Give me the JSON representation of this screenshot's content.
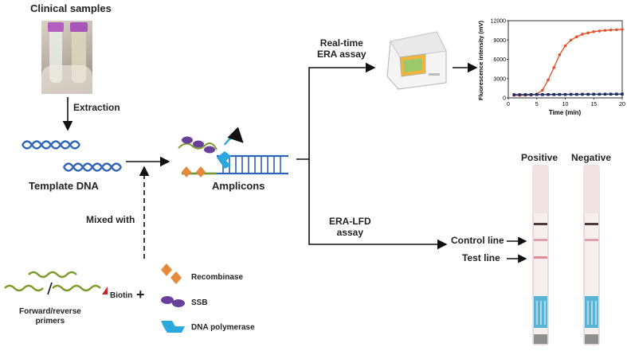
{
  "sections": {
    "clinical_samples": "Clinical samples",
    "extraction": "Extraction",
    "template_dna": "Template DNA",
    "amplicons": "Amplicons",
    "mixed_with": "Mixed with",
    "realtime_line1": "Real-time",
    "realtime_line2": "ERA assay",
    "lfd_line1": "ERA-LFD",
    "lfd_line2": "assay",
    "primers_line1": "Forward/reverse",
    "primers_line2": "primers",
    "biotin": "Biotin",
    "plus": "+"
  },
  "legend": {
    "recombinase": "Recombinase",
    "ssb": "SSB",
    "dna_polymerase": "DNA polymerase"
  },
  "strips": {
    "positive": "Positive",
    "negative": "Negative",
    "control_line": "Control line",
    "test_line": "Test line"
  },
  "colors": {
    "dna_blue": "#2f63b8",
    "recombinase_orange": "#e8883a",
    "ssb_purple": "#6a3f9c",
    "polymerase_cyan": "#2aa9df",
    "primer_green": "#7a9a2a",
    "biotin_red": "#c0272d",
    "curve_red": "#e0532b",
    "baseline_navy": "#1f2f5f"
  },
  "chart_data": {
    "type": "line",
    "xlabel": "Time (min)",
    "ylabel": "Fluorescence intensity (mV)",
    "xlim": [
      0,
      20
    ],
    "ylim": [
      0,
      12000
    ],
    "xticks": [
      0,
      5,
      10,
      15,
      20
    ],
    "yticks": [
      0,
      3000,
      6000,
      9000,
      12000
    ],
    "series": [
      {
        "color": "#e0532b",
        "x": [
          1,
          2,
          3,
          4,
          5,
          6,
          7,
          8,
          9,
          10,
          11,
          12,
          13,
          14,
          15,
          16,
          17,
          18,
          19,
          20
        ],
        "y": [
          400,
          400,
          420,
          450,
          600,
          1200,
          2800,
          4700,
          6700,
          8100,
          9000,
          9500,
          9900,
          10100,
          10300,
          10400,
          10500,
          10550,
          10600,
          10650
        ]
      },
      {
        "color": "#1f2f5f",
        "x": [
          1,
          2,
          3,
          4,
          5,
          6,
          7,
          8,
          9,
          10,
          11,
          12,
          13,
          14,
          15,
          16,
          17,
          18,
          19,
          20
        ],
        "y": [
          500,
          500,
          510,
          510,
          520,
          520,
          530,
          530,
          540,
          540,
          550,
          550,
          560,
          560,
          570,
          570,
          580,
          580,
          590,
          590
        ]
      }
    ]
  }
}
